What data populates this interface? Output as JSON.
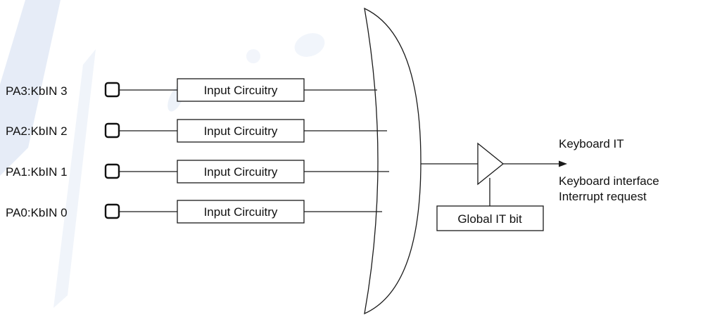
{
  "pins": [
    {
      "label": "PA3:KbIN 3",
      "block": "Input Circuitry"
    },
    {
      "label": "PA2:KbIN 2",
      "block": "Input Circuitry"
    },
    {
      "label": "PA1:KbIN 1",
      "block": "Input Circuitry"
    },
    {
      "label": "PA0:KbIN 0",
      "block": "Input Circuitry"
    }
  ],
  "gate": {
    "enable_label": "Global IT bit"
  },
  "output": {
    "signal": "Keyboard IT",
    "description_line1": "Keyboard interface",
    "description_line2": "Interrupt request"
  },
  "colors": {
    "line": "#1a1a1a",
    "watermark": "#e6ecf7"
  }
}
